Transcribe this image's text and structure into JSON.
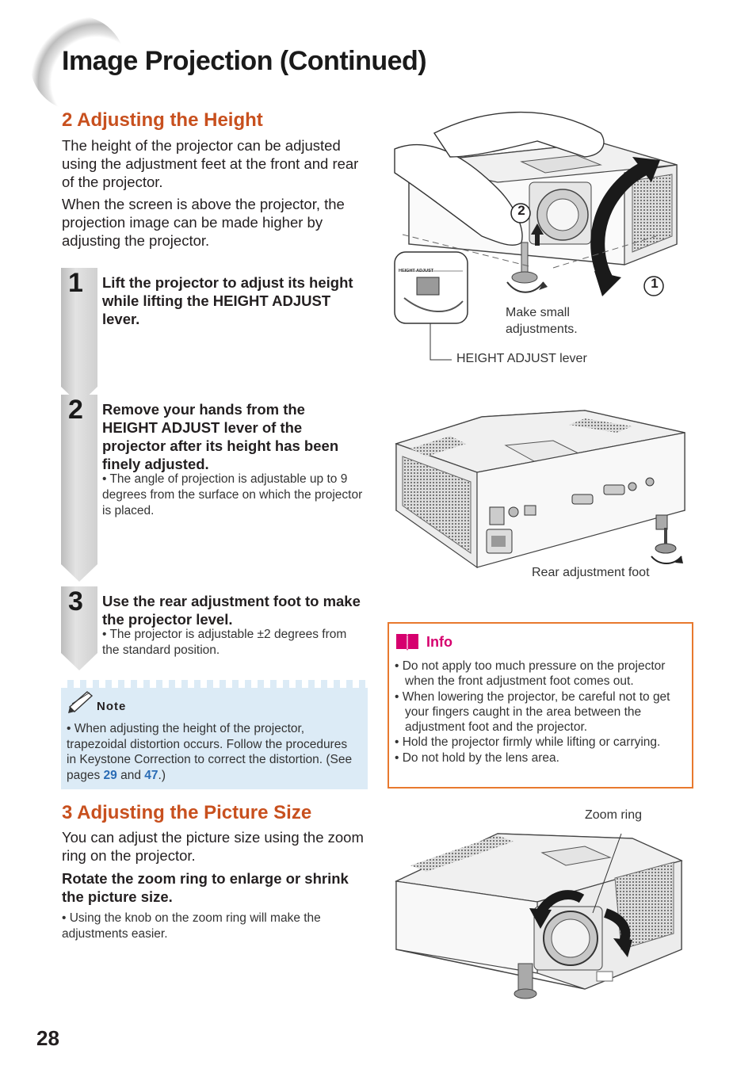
{
  "page_title": "Image Projection (Continued)",
  "section2": {
    "heading": "2 Adjusting the Height",
    "para1": "The height of the projector can be adjusted using the adjustment feet at the front and rear of the projector.",
    "para2": "When the screen is above the projector, the projection image can be made higher by adjusting the projector."
  },
  "steps": [
    {
      "number": "1",
      "text": "Lift the projector to adjust its height while lifting the HEIGHT ADJUST lever.",
      "bullet": ""
    },
    {
      "number": "2",
      "text": "Remove your hands from the HEIGHT ADJUST lever of the projector after its height has been finely adjusted.",
      "bullet": "• The angle of projection is adjustable up to 9 degrees from the surface on which the projector is placed."
    },
    {
      "number": "3",
      "text": "Use the rear adjustment foot to make the projector level.",
      "bullet": "• The projector is adjustable ±2 degrees from the standard position."
    }
  ],
  "note": {
    "title": "Note",
    "text_before": "• When adjusting the height of the projector, trapezoidal distortion occurs. Follow the procedures in Keystone Correction to correct the distortion. (See pages ",
    "link1": "29",
    "text_mid": " and ",
    "link2": "47",
    "text_after": ".)"
  },
  "section3": {
    "heading": "3 Adjusting the Picture Size",
    "para1": "You can adjust the picture size using the zoom ring on the projector.",
    "bold": "Rotate the zoom ring to enlarge or shrink the picture size.",
    "bullet": "• Using the knob on the zoom ring will make the adjustments easier."
  },
  "figure1": {
    "callout1": "1",
    "callout2": "2",
    "small_adjust": "Make small adjustments.",
    "lever_label": "HEIGHT ADJUST lever",
    "inset_label": "HEIGHT ADJUST"
  },
  "figure2": {
    "label": "Rear adjustment foot"
  },
  "figure3": {
    "label": "Zoom ring"
  },
  "info": {
    "title": "Info",
    "items": [
      "• Do not apply too much pressure on the projector when the front adjustment foot comes out.",
      "• When lowering the projector, be careful not to get your fingers caught in the area between the adjustment foot and the projector.",
      "• Hold the projector firmly while lifting or carrying.",
      "• Do not hold by the lens area."
    ]
  },
  "page_number": "28",
  "colors": {
    "heading": "#c8501e",
    "info_border": "#e8792e",
    "info_title": "#d6006e",
    "note_bg": "#dcebf6",
    "link": "#2a6cb5"
  }
}
